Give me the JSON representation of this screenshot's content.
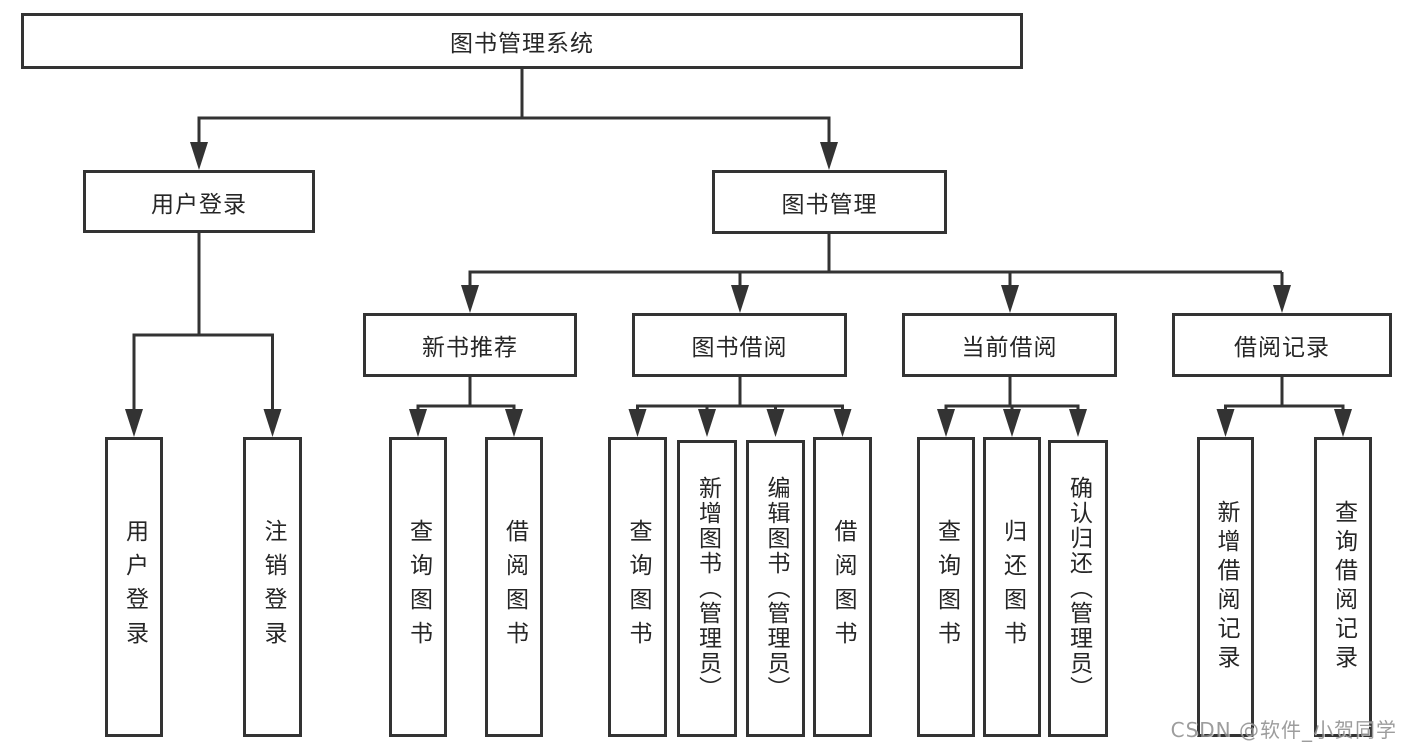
{
  "diagram": {
    "title": "图书管理系统",
    "branches": [
      {
        "label": "用户登录",
        "children": [
          {
            "label": "用户登录"
          },
          {
            "label": "注销登录"
          }
        ]
      },
      {
        "label": "图书管理",
        "children": [
          {
            "label": "新书推荐",
            "children": [
              {
                "label": "查询图书"
              },
              {
                "label": "借阅图书"
              }
            ]
          },
          {
            "label": "图书借阅",
            "children": [
              {
                "label": "查询图书"
              },
              {
                "label": "新增图书（管理员）"
              },
              {
                "label": "编辑图书（管理员）"
              },
              {
                "label": "借阅图书"
              }
            ]
          },
          {
            "label": "当前借阅",
            "children": [
              {
                "label": "查询图书"
              },
              {
                "label": "归还图书"
              },
              {
                "label": "确认归还（管理员）"
              }
            ]
          },
          {
            "label": "借阅记录",
            "children": [
              {
                "label": "新增借阅记录"
              },
              {
                "label": "查询借阅记录"
              }
            ]
          }
        ]
      }
    ]
  },
  "watermark": {
    "text": "CSDN @软件_小贺同学"
  },
  "colors": {
    "line": "#333333",
    "text": "#262626",
    "box_bg": "#ffffff",
    "watermark": "#8c8c8c"
  }
}
